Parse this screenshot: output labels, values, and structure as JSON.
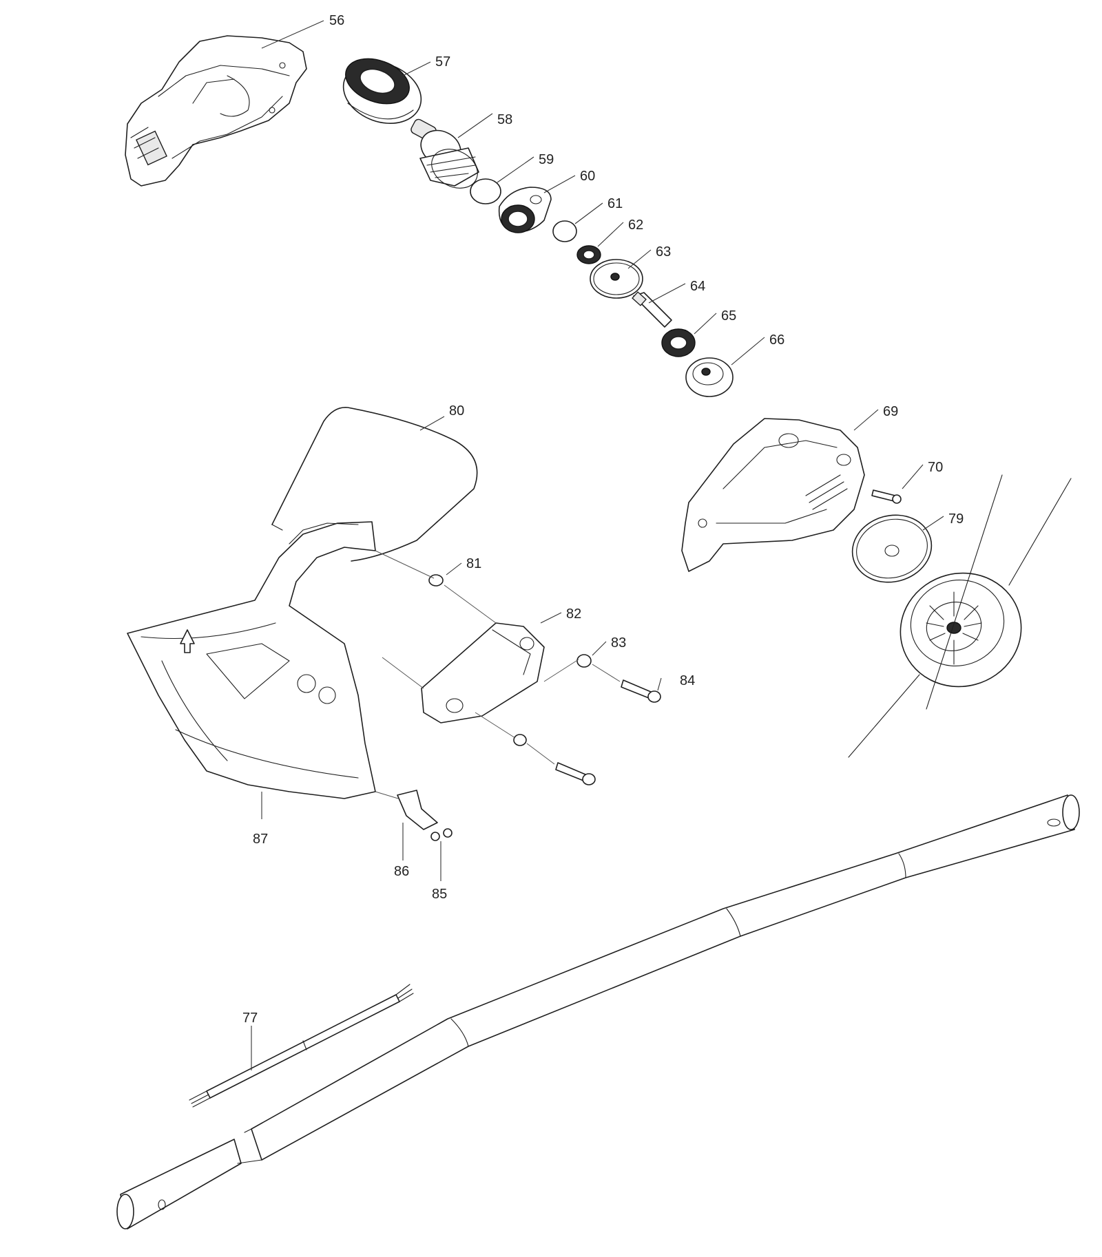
{
  "diagram": {
    "callouts": [
      {
        "id": "56",
        "label": "56"
      },
      {
        "id": "57",
        "label": "57"
      },
      {
        "id": "58",
        "label": "58"
      },
      {
        "id": "59",
        "label": "59"
      },
      {
        "id": "60",
        "label": "60"
      },
      {
        "id": "61",
        "label": "61"
      },
      {
        "id": "62",
        "label": "62"
      },
      {
        "id": "63",
        "label": "63"
      },
      {
        "id": "64",
        "label": "64"
      },
      {
        "id": "65",
        "label": "65"
      },
      {
        "id": "66",
        "label": "66"
      },
      {
        "id": "69",
        "label": "69"
      },
      {
        "id": "70",
        "label": "70"
      },
      {
        "id": "77",
        "label": "77"
      },
      {
        "id": "79",
        "label": "79"
      },
      {
        "id": "80",
        "label": "80"
      },
      {
        "id": "81",
        "label": "81"
      },
      {
        "id": "82",
        "label": "82"
      },
      {
        "id": "83",
        "label": "83"
      },
      {
        "id": "84",
        "label": "84"
      },
      {
        "id": "85",
        "label": "85"
      },
      {
        "id": "86",
        "label": "86"
      },
      {
        "id": "87",
        "label": "87"
      }
    ],
    "colors": {
      "line": "#1f1f1f",
      "background": "#ffffff"
    }
  }
}
